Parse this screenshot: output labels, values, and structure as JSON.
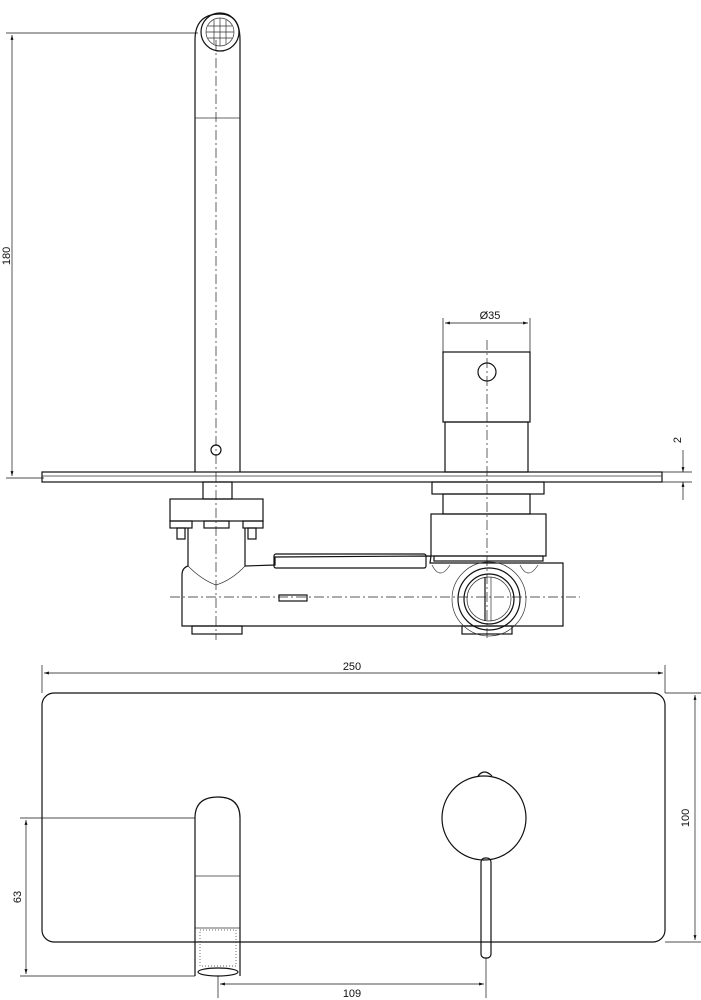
{
  "drawing": {
    "side_view": {
      "dim_height": "180",
      "dim_handle_diameter": "Ø35",
      "dim_plate_thickness": "2"
    },
    "front_view": {
      "dim_width": "250",
      "dim_plate_height": "100",
      "dim_spout_height": "63",
      "dim_spout_to_handle": "109"
    }
  }
}
